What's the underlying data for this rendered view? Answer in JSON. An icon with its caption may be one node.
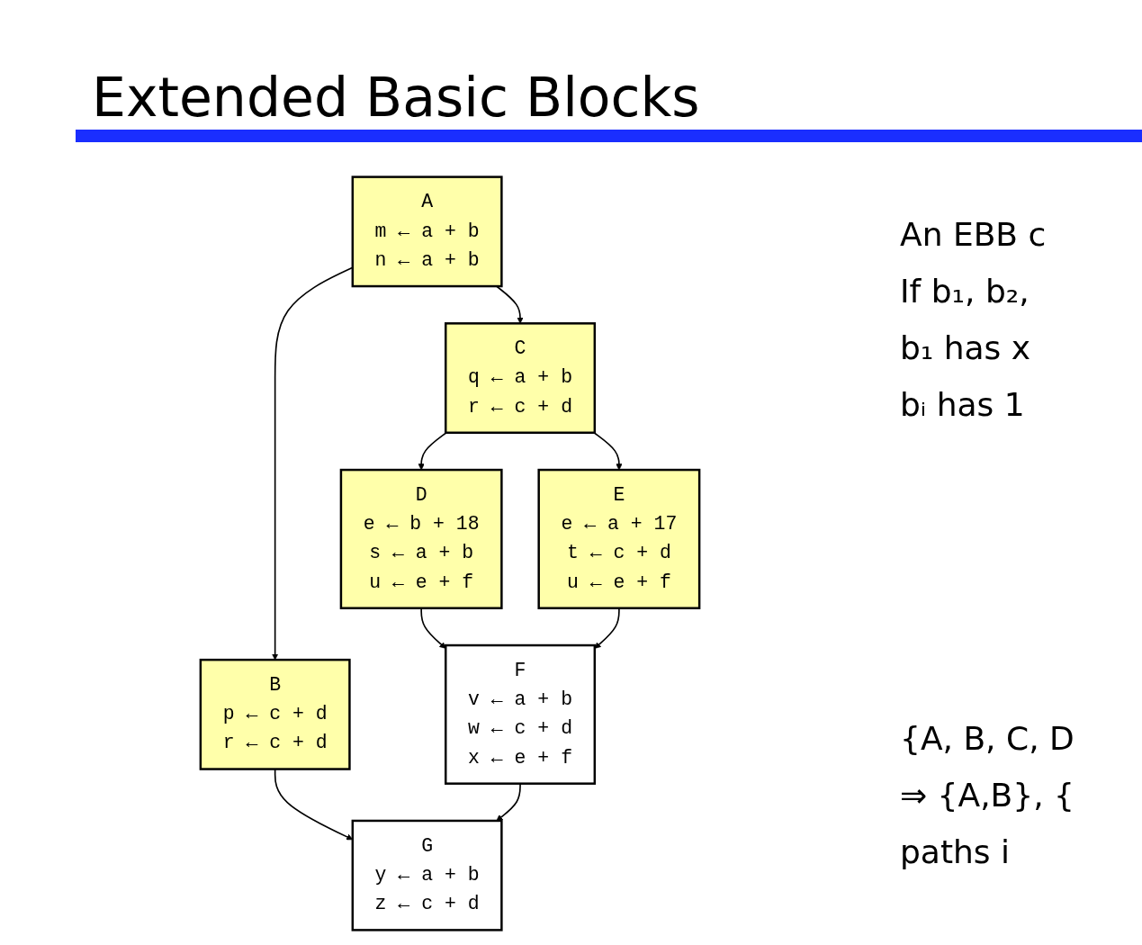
{
  "diagram": {
    "title": "Extended Basic Blocks",
    "nodes": [
      {
        "text": [
          "A",
          "m ← a + b",
          "n ← a + b"
        ]
      },
      {
        "text": [
          "B",
          "p ← c + d",
          "r ← c + d"
        ]
      },
      {
        "text": [
          "C",
          "q ← a + b",
          "r ← c + d"
        ]
      },
      {
        "text": [
          "D",
          "e ← b + 18",
          "s ← a + b",
          "u ← e + f"
        ]
      },
      {
        "text": [
          "E",
          "e ← a + 17",
          "t ← c + d",
          "u ← e + f"
        ]
      },
      {
        "text": [
          "F",
          "v ← a + b",
          "w ← c + d",
          "x ← e + f"
        ]
      },
      {
        "text": [
          "G",
          "y ← a + b",
          "z ← c + d"
        ]
      }
    ],
    "edges": [
      {
        "from": 0,
        "to": 1,
        "arrow": "to"
      },
      {
        "from": 0,
        "to": 2,
        "arrow": "to"
      },
      {
        "from": 2,
        "to": 3,
        "arrow": "to"
      },
      {
        "from": 2,
        "to": 4,
        "arrow": "to"
      },
      {
        "from": 3,
        "to": 5,
        "arrow": "to"
      },
      {
        "from": 4,
        "to": 5,
        "arrow": "to"
      },
      {
        "from": 1,
        "to": 6,
        "arrow": "to"
      },
      {
        "from": 5,
        "to": 6,
        "arrow": "to"
      }
    ],
    "labels": [
      "An EBB c",
      "If b₁, b₂,",
      "b₁ has x",
      "bᵢ has 1",
      "{A, B, C, D",
      "⇒ {A,B}, {",
      "paths i"
    ]
  }
}
